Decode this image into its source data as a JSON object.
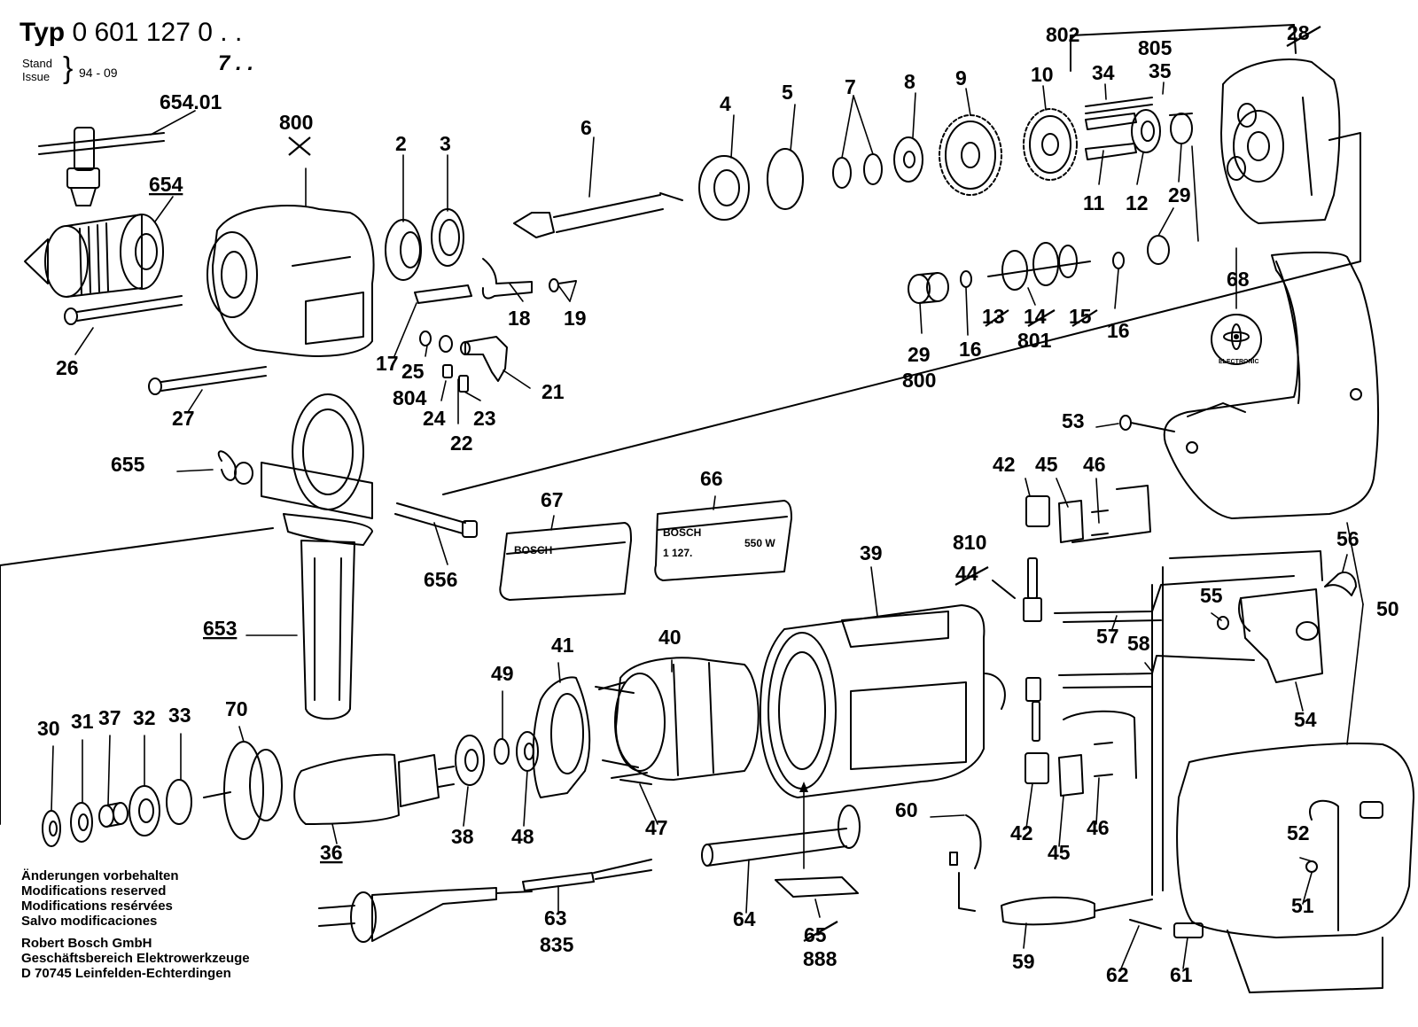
{
  "header": {
    "typ_label": "Typ",
    "type_number": "0 601 127 0 . .",
    "variant_suffix": "7 . .",
    "stand_label": "Stand",
    "issue_label": "Issue",
    "issue_date": "94 - 09"
  },
  "footer": {
    "lines": [
      "Änderungen vorbehalten",
      "Modifications reserved",
      "Modifications resérvées",
      "Salvo modificaciones"
    ],
    "company_lines": [
      "Robert Bosch GmbH",
      "Geschäftsbereich Elektrowerkzeuge",
      "D 70745 Leinfelden-Echterdingen"
    ]
  },
  "nameplates": {
    "p67": {
      "brand": "BOSCH"
    },
    "p66": {
      "brand": "BOSCH",
      "model": "1 127.",
      "power": "550 W"
    }
  },
  "logo_68": {
    "text": "ELECTRONIC"
  },
  "labels": [
    {
      "id": "l654_01",
      "text": "654.01"
    },
    {
      "id": "l654",
      "text": "654",
      "underline": true
    },
    {
      "id": "l26",
      "text": "26"
    },
    {
      "id": "l27",
      "text": "27"
    },
    {
      "id": "l800a",
      "text": "800"
    },
    {
      "id": "l2",
      "text": "2"
    },
    {
      "id": "l3",
      "text": "3"
    },
    {
      "id": "l6",
      "text": "6"
    },
    {
      "id": "l4",
      "text": "4"
    },
    {
      "id": "l5",
      "text": "5"
    },
    {
      "id": "l7",
      "text": "7"
    },
    {
      "id": "l8",
      "text": "8"
    },
    {
      "id": "l9",
      "text": "9"
    },
    {
      "id": "l10",
      "text": "10"
    },
    {
      "id": "l802",
      "text": "802"
    },
    {
      "id": "l34",
      "text": "34"
    },
    {
      "id": "l805",
      "text": "805"
    },
    {
      "id": "l35",
      "text": "35"
    },
    {
      "id": "l28",
      "text": "28",
      "struck": true
    },
    {
      "id": "l11",
      "text": "11"
    },
    {
      "id": "l12",
      "text": "12"
    },
    {
      "id": "l29a",
      "text": "29"
    },
    {
      "id": "l18",
      "text": "18"
    },
    {
      "id": "l19",
      "text": "19"
    },
    {
      "id": "l17",
      "text": "17"
    },
    {
      "id": "l25",
      "text": "25"
    },
    {
      "id": "l804",
      "text": "804"
    },
    {
      "id": "l24",
      "text": "24"
    },
    {
      "id": "l22",
      "text": "22"
    },
    {
      "id": "l23",
      "text": "23"
    },
    {
      "id": "l21",
      "text": "21"
    },
    {
      "id": "l29b",
      "text": "29"
    },
    {
      "id": "l800b",
      "text": "800"
    },
    {
      "id": "l16a",
      "text": "16"
    },
    {
      "id": "l13",
      "text": "13",
      "struck": true
    },
    {
      "id": "l14",
      "text": "14",
      "struck": true
    },
    {
      "id": "l15",
      "text": "15",
      "struck": true
    },
    {
      "id": "l801",
      "text": "801"
    },
    {
      "id": "l16b",
      "text": "16"
    },
    {
      "id": "l68",
      "text": "68"
    },
    {
      "id": "l655",
      "text": "655"
    },
    {
      "id": "l656",
      "text": "656"
    },
    {
      "id": "l653",
      "text": "653",
      "underline": true
    },
    {
      "id": "l67",
      "text": "67"
    },
    {
      "id": "l66",
      "text": "66"
    },
    {
      "id": "l53",
      "text": "53"
    },
    {
      "id": "l42a",
      "text": "42"
    },
    {
      "id": "l45a",
      "text": "45"
    },
    {
      "id": "l46a",
      "text": "46"
    },
    {
      "id": "l810",
      "text": "810"
    },
    {
      "id": "l44",
      "text": "44",
      "struck": true
    },
    {
      "id": "l39",
      "text": "39"
    },
    {
      "id": "l56",
      "text": "56"
    },
    {
      "id": "l55",
      "text": "55"
    },
    {
      "id": "l57",
      "text": "57"
    },
    {
      "id": "l58",
      "text": "58"
    },
    {
      "id": "l50",
      "text": "50"
    },
    {
      "id": "l54",
      "text": "54"
    },
    {
      "id": "l41",
      "text": "41"
    },
    {
      "id": "l40",
      "text": "40"
    },
    {
      "id": "l49",
      "text": "49"
    },
    {
      "id": "l30",
      "text": "30"
    },
    {
      "id": "l31",
      "text": "31"
    },
    {
      "id": "l37",
      "text": "37"
    },
    {
      "id": "l32",
      "text": "32"
    },
    {
      "id": "l33",
      "text": "33"
    },
    {
      "id": "l70",
      "text": "70"
    },
    {
      "id": "l36",
      "text": "36",
      "underline": true
    },
    {
      "id": "l38",
      "text": "38"
    },
    {
      "id": "l48",
      "text": "48"
    },
    {
      "id": "l47",
      "text": "47"
    },
    {
      "id": "l60",
      "text": "60"
    },
    {
      "id": "l42b",
      "text": "42"
    },
    {
      "id": "l45b",
      "text": "45"
    },
    {
      "id": "l46b",
      "text": "46"
    },
    {
      "id": "l52",
      "text": "52"
    },
    {
      "id": "l51",
      "text": "51"
    },
    {
      "id": "l63",
      "text": "63"
    },
    {
      "id": "l835",
      "text": "835"
    },
    {
      "id": "l64",
      "text": "64"
    },
    {
      "id": "l65",
      "text": "65",
      "struck": true
    },
    {
      "id": "l888",
      "text": "888"
    },
    {
      "id": "l59",
      "text": "59"
    },
    {
      "id": "l62",
      "text": "62"
    },
    {
      "id": "l61",
      "text": "61"
    }
  ]
}
